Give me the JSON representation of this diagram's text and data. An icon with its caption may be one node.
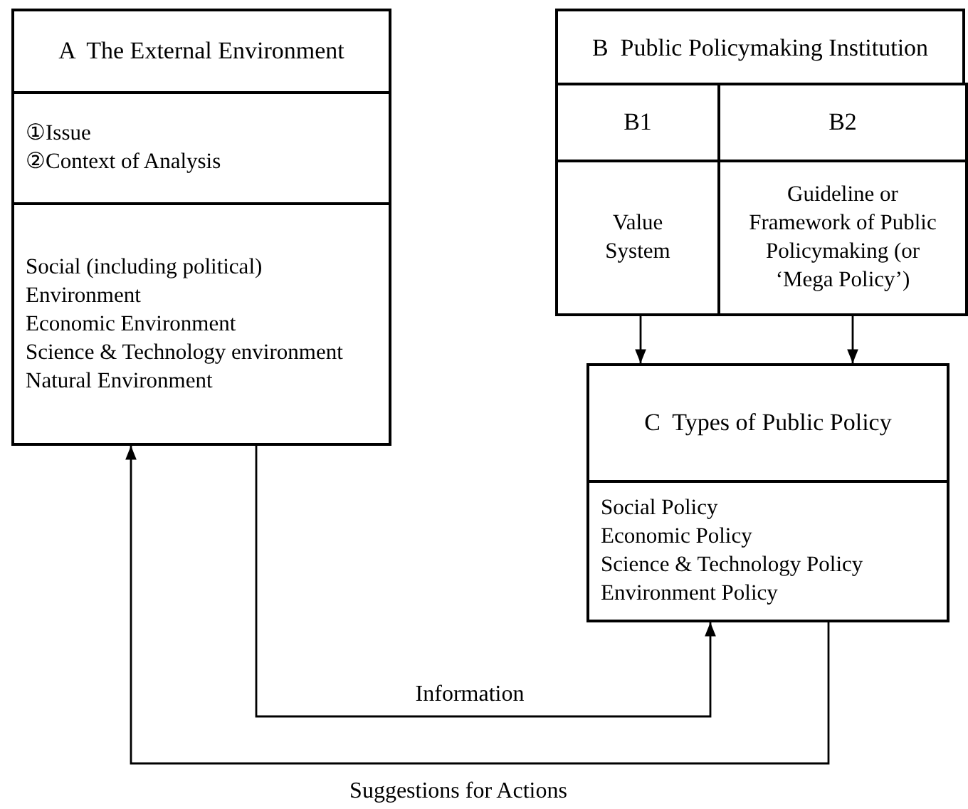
{
  "diagram": {
    "nodes": [
      {
        "text": [
          "A  The External Environment",
          "①Issue",
          "②Context of Analysis",
          "Social (including political) Environment",
          "Economic Environment",
          "Science & Technology environment",
          "Natural Environment"
        ]
      },
      {
        "text": [
          "B  Public Policymaking Institution"
        ]
      },
      {
        "text": [
          "B1",
          "Value System"
        ],
        "in": 1
      },
      {
        "text": [
          "B2",
          "Guideline or Framework of Public Policymaking (or ‘Mega Policy’)"
        ],
        "in": 1
      },
      {
        "text": [
          "C  Types of Public Policy",
          "Social Policy",
          "Economic Policy",
          "Science & Technology Policy",
          "Environment Policy"
        ]
      }
    ],
    "edges": [
      {
        "from": 2,
        "to": 4,
        "arrow": "to"
      },
      {
        "from": 3,
        "to": 4,
        "arrow": "to"
      },
      {
        "from": 0,
        "to": 4,
        "arrow": "to",
        "label": "Information"
      },
      {
        "from": 4,
        "to": 0,
        "arrow": "to",
        "label": "Suggestions for Actions"
      }
    ]
  }
}
